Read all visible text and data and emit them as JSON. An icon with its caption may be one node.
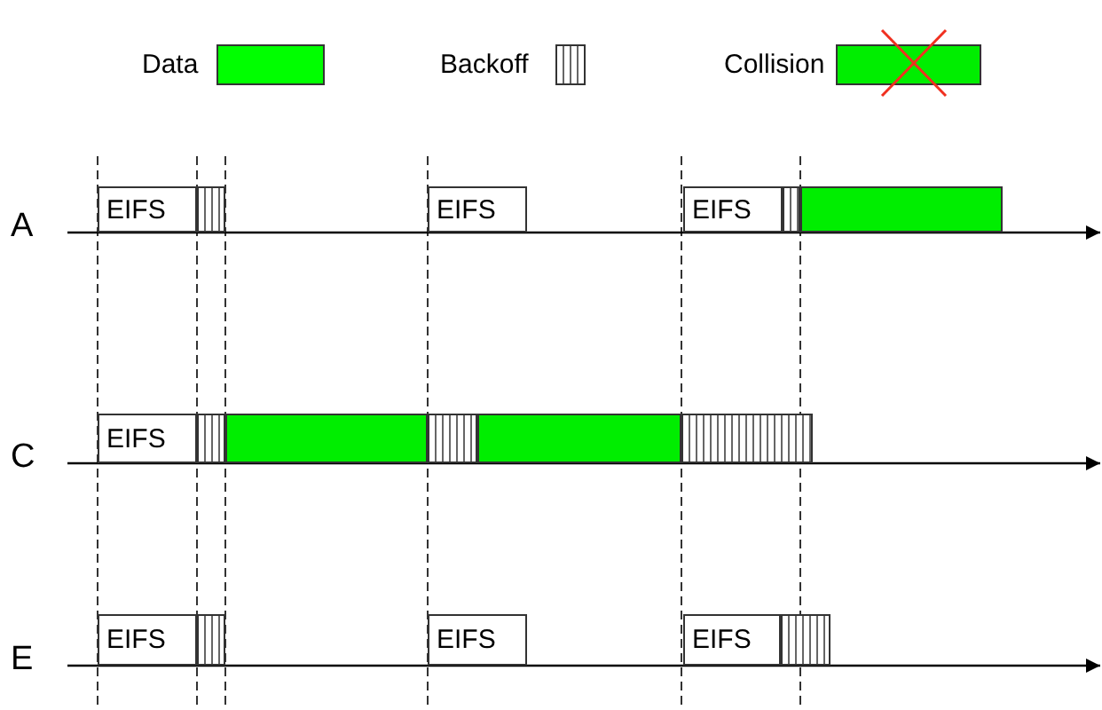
{
  "diagram": {
    "nodes": [
      {
        "text": [
          "EIFS"
        ]
      },
      {
        "text": [],
        "shape": "box"
      },
      {
        "text": [
          "EIFS"
        ]
      },
      {
        "text": [
          "EIFS"
        ]
      },
      {
        "text": [],
        "shape": "box"
      },
      {
        "text": [],
        "shape": "bar"
      },
      {
        "text": [
          "EIFS"
        ]
      },
      {
        "text": [],
        "shape": "box"
      },
      {
        "text": [],
        "shape": "bar"
      },
      {
        "text": [],
        "shape": "box"
      },
      {
        "text": [],
        "shape": "bar"
      },
      {
        "text": [],
        "shape": "box"
      },
      {
        "text": [
          "EIFS"
        ]
      },
      {
        "text": [],
        "shape": "box"
      },
      {
        "text": [
          "EIFS"
        ]
      },
      {
        "text": [
          "EIFS"
        ]
      },
      {
        "text": [],
        "shape": "box"
      }
    ],
    "labels": [
      "A",
      "C",
      "E"
    ],
    "legend": [
      {
        "text": "Data",
        "color": "#00ff00"
      },
      {
        "text": "Backoff"
      },
      {
        "text": "Collision"
      }
    ]
  }
}
